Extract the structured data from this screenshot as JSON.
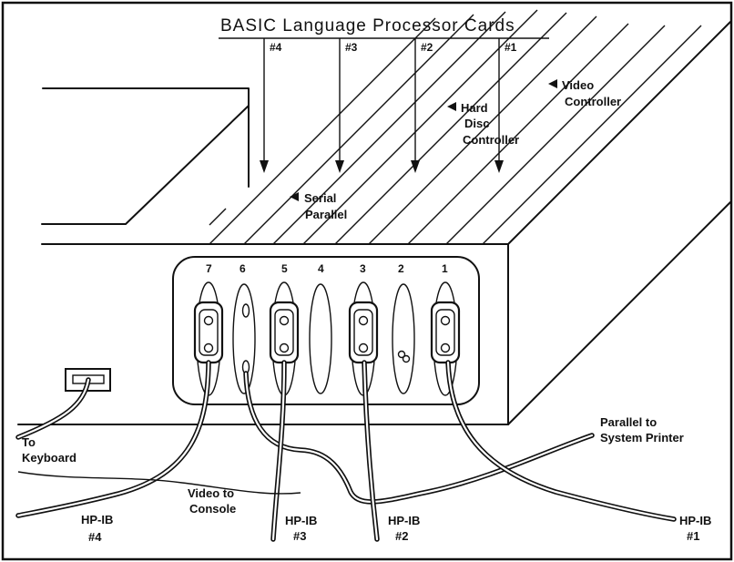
{
  "title": "BASIC Language Processor Cards",
  "card_numbers": [
    "#4",
    "#3",
    "#2",
    "#1"
  ],
  "card_labels": {
    "hard_disc": [
      "Hard",
      "Disc",
      "Controller"
    ],
    "video": [
      "Video",
      "Controller"
    ],
    "serial": [
      "Serial",
      "Parallel"
    ]
  },
  "slot_numbers": [
    "7",
    "6",
    "5",
    "4",
    "3",
    "2",
    "1"
  ],
  "cable_labels": {
    "keyboard": [
      "To",
      "Keyboard"
    ],
    "video_console": [
      "Video to",
      "Console"
    ],
    "parallel_printer": [
      "Parallel to",
      "System Printer"
    ],
    "hpib4": [
      "HP-IB",
      "#4"
    ],
    "hpib3": [
      "HP-IB",
      "#3"
    ],
    "hpib2": [
      "HP-IB",
      "#2"
    ],
    "hpib1": [
      "HP-IB",
      "#1"
    ]
  }
}
